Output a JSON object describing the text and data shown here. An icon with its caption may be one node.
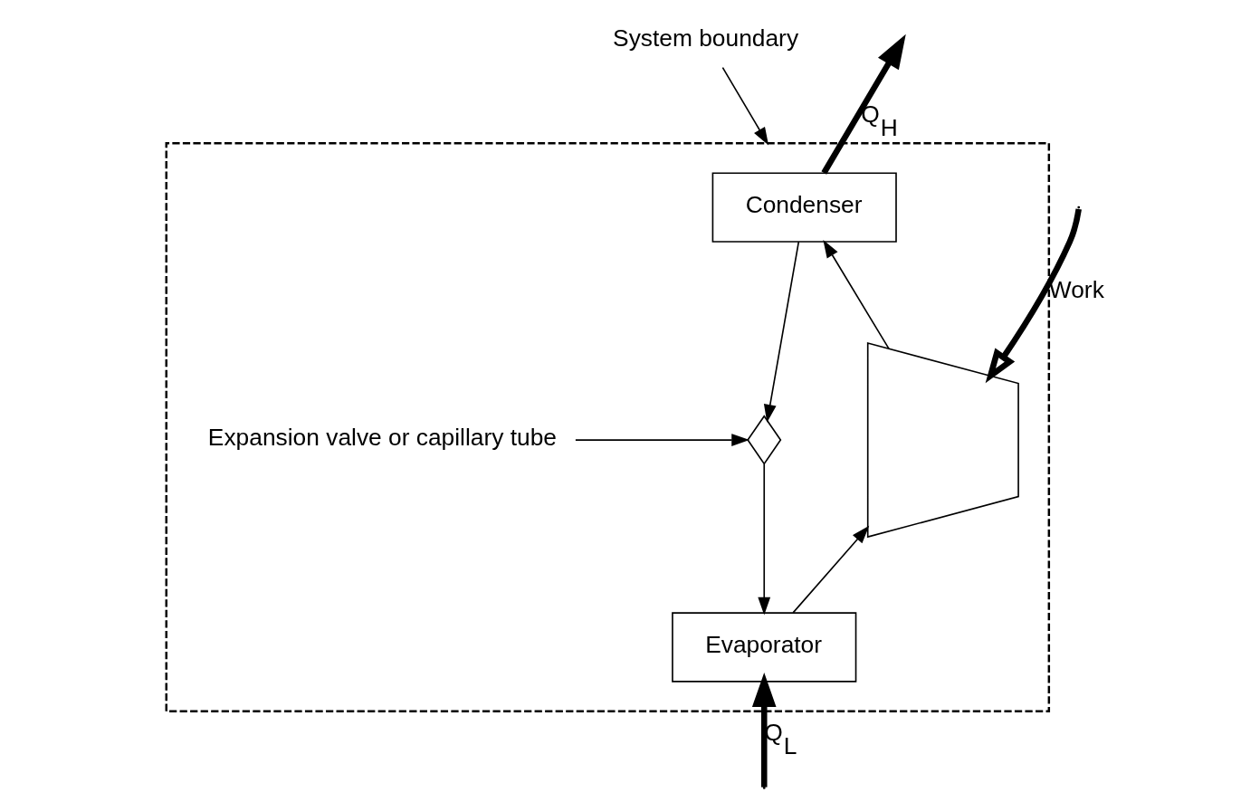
{
  "diagram": {
    "nodes": [
      {
        "text": [
          "System boundary"
        ]
      },
      {
        "text": [],
        "shape": "box"
      },
      {
        "text": [
          "Condenser"
        ],
        "in": 1
      },
      {
        "text": [],
        "shape": "trapezoid",
        "in": 1
      },
      {
        "text": [
          "Evaporator"
        ],
        "in": 1
      },
      {
        "text": [],
        "shape": "valve",
        "in": 1
      },
      {
        "text": [
          "Expansion valve or capillary tube"
        ],
        "in": 1
      }
    ],
    "edges": [
      {
        "from": 2,
        "to": 5,
        "arrow": "to"
      },
      {
        "from": 5,
        "to": 4,
        "arrow": "to"
      },
      {
        "from": 4,
        "to": 3,
        "arrow": "to"
      },
      {
        "from": 3,
        "to": 2,
        "arrow": "to"
      },
      {
        "from": 2,
        "to": null,
        "arrow": "to",
        "label": "Q$_{H}$",
        "style": "thick"
      },
      {
        "from": null,
        "to": 4,
        "arrow": "to",
        "label": "Q$_{L}$",
        "style": "thick"
      },
      {
        "from": null,
        "to": 3,
        "arrow": "to",
        "label": "Work",
        "style": "thick"
      },
      {
        "from": 0,
        "to": 1,
        "arrow": "to"
      },
      {
        "from": 6,
        "to": 5,
        "arrow": "to"
      }
    ]
  }
}
